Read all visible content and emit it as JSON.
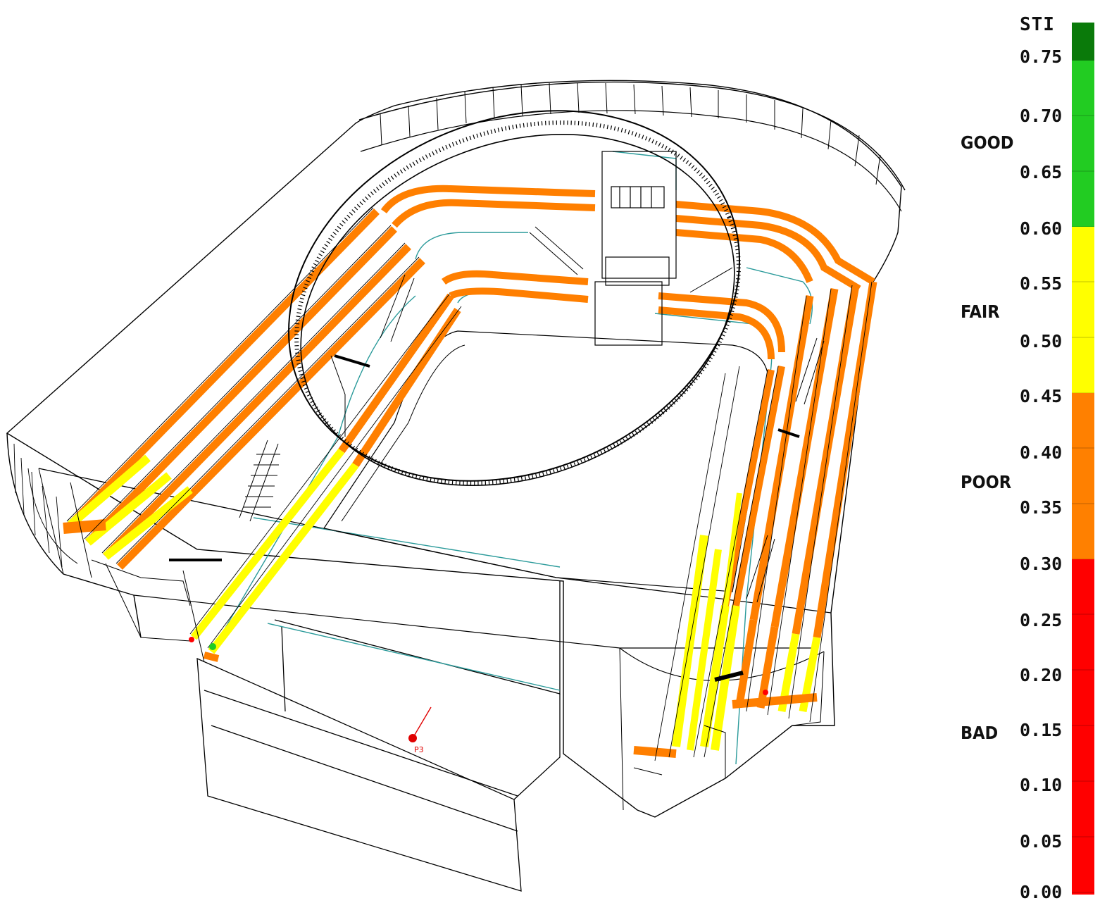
{
  "legend": {
    "title": "STI",
    "ticks": [
      "0.75",
      "0.70",
      "0.65",
      "0.60",
      "0.55",
      "0.50",
      "0.45",
      "0.40",
      "0.35",
      "0.30",
      "0.25",
      "0.20",
      "0.15",
      "0.10",
      "0.05",
      "0.00"
    ],
    "categories": [
      {
        "label": "GOOD",
        "color": "#22cc22"
      },
      {
        "label": "FAIR",
        "color": "#ffff00"
      },
      {
        "label": "POOR",
        "color": "#ff8000"
      },
      {
        "label": "BAD",
        "color": "#ff0000"
      }
    ],
    "top_color": "#0a7a0a"
  },
  "probe": {
    "label": "P3",
    "color": "#e00000"
  },
  "colors": {
    "wire": "#000000",
    "accent_wire": "#2a9a9a",
    "fair": "#ffff00",
    "poor": "#ff7f00",
    "bad": "#ff0000",
    "good": "#22cc22"
  }
}
